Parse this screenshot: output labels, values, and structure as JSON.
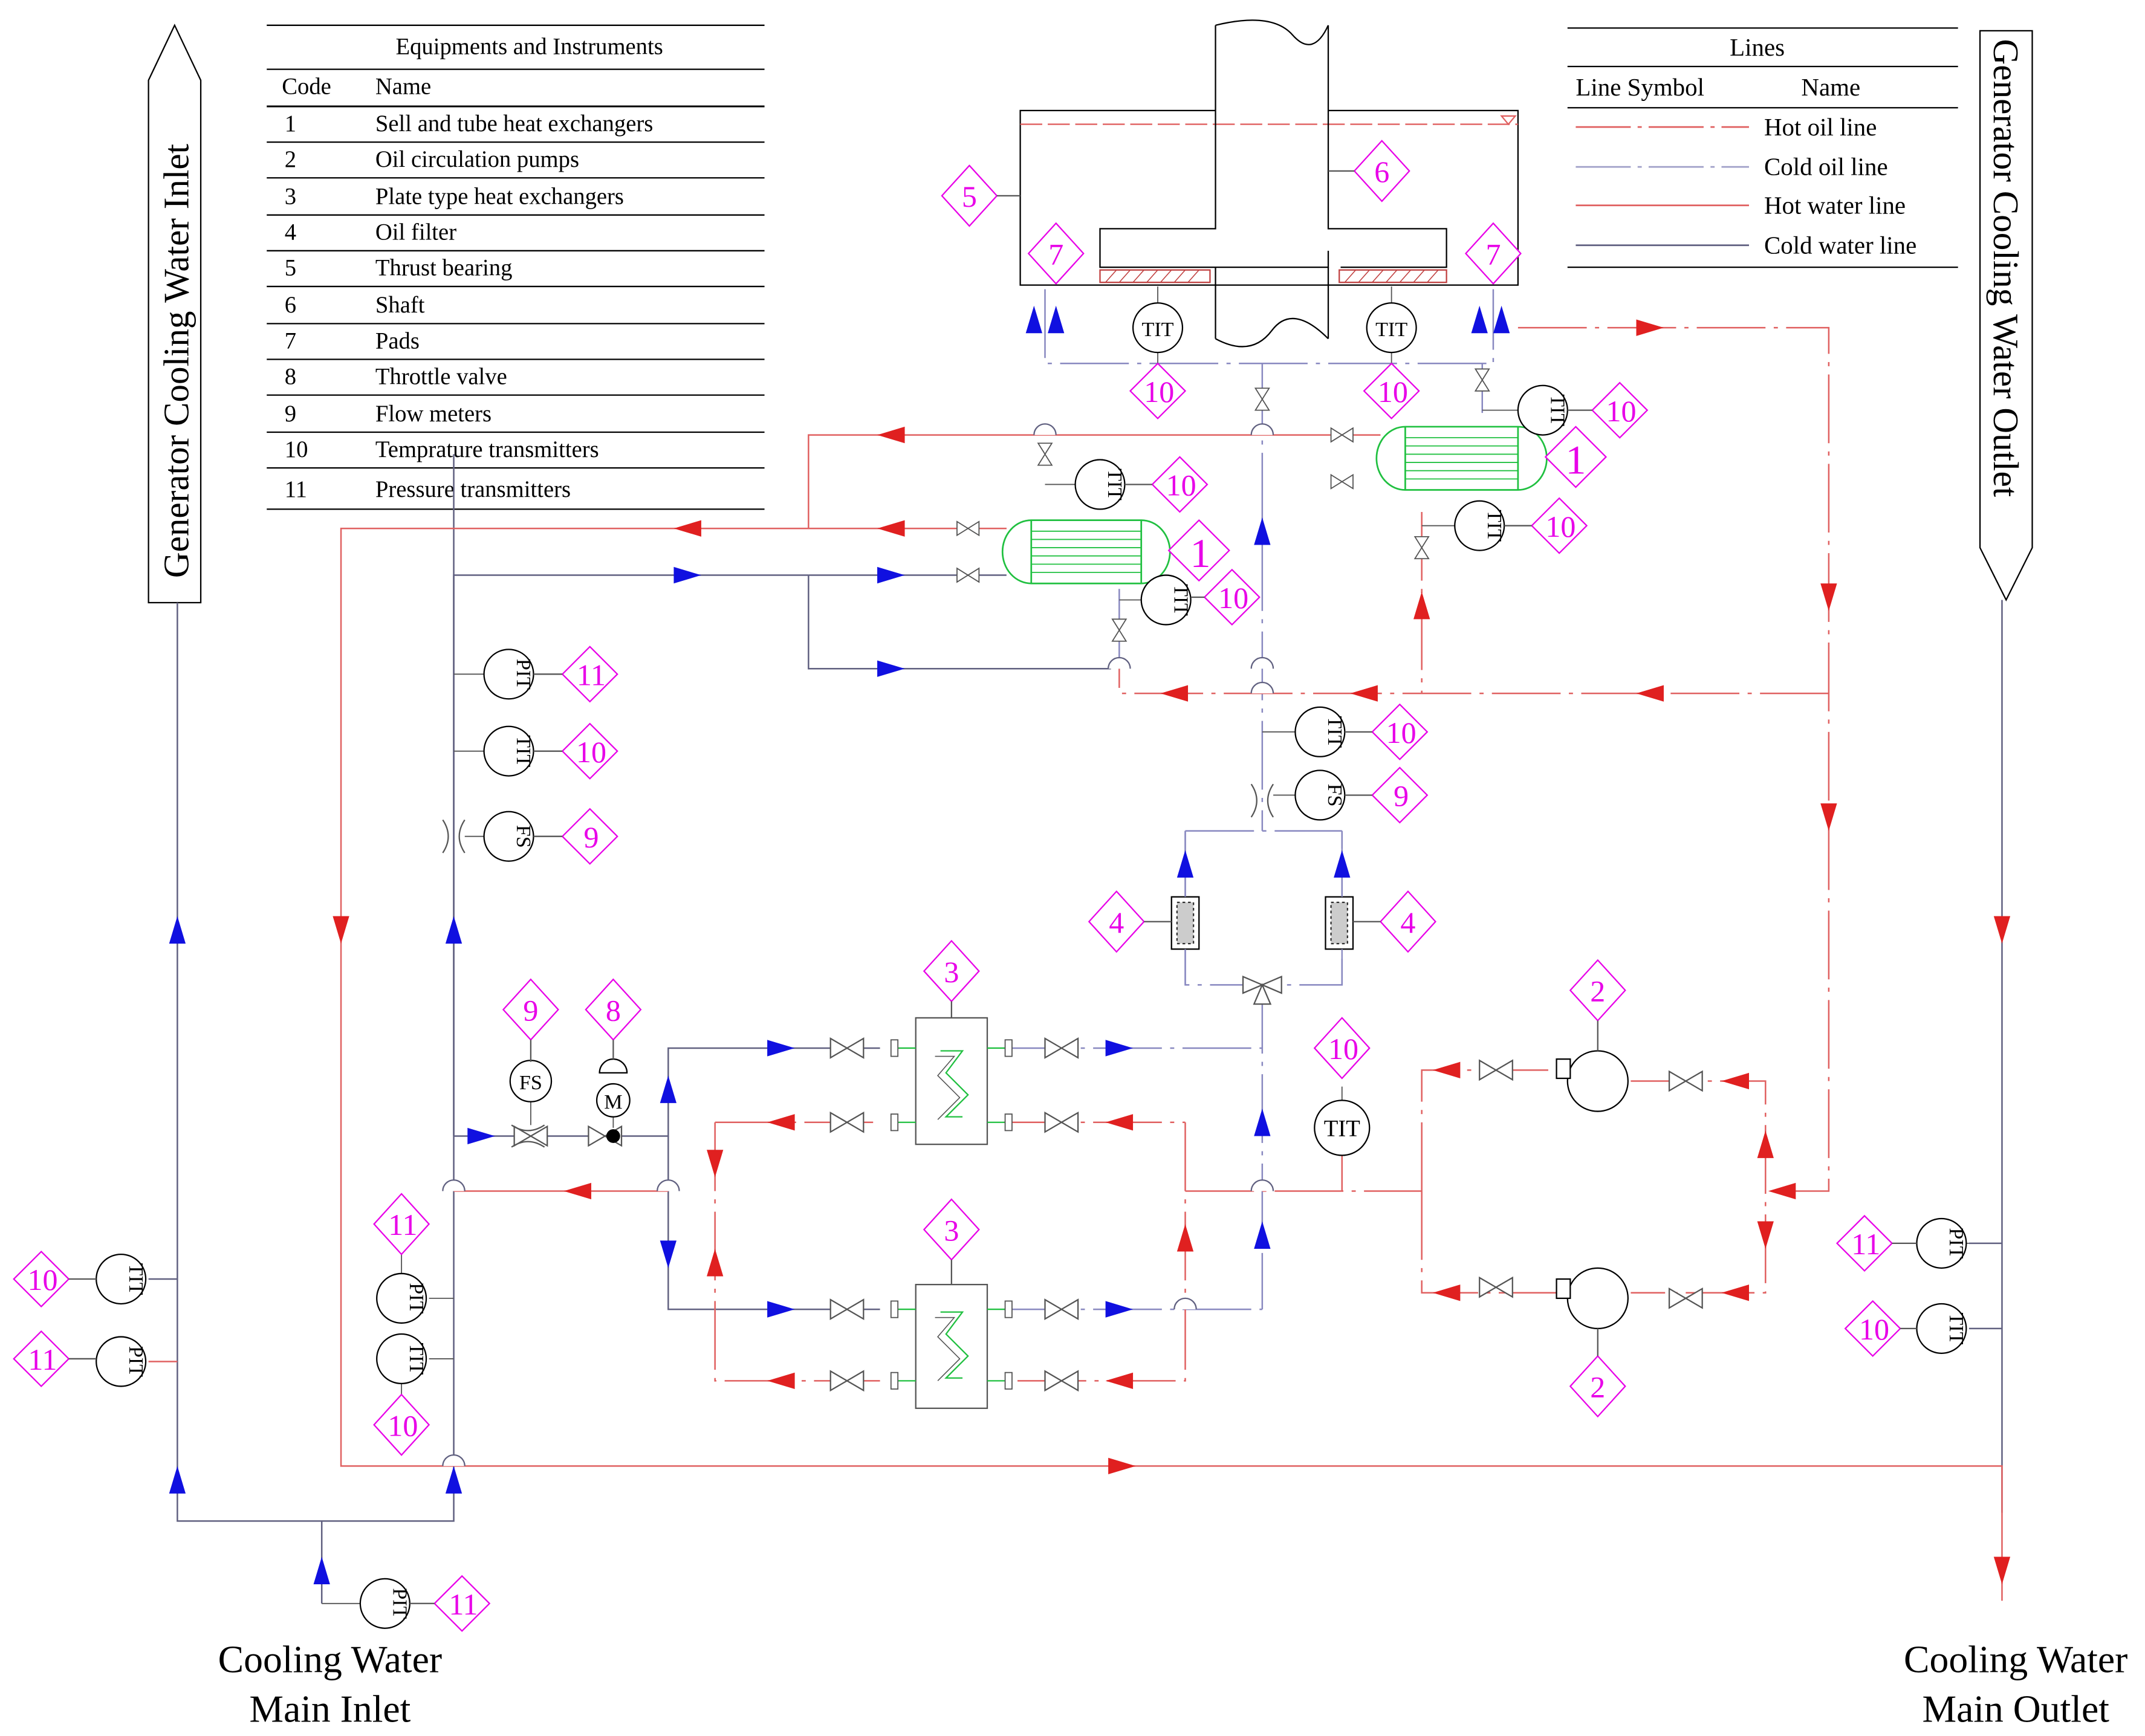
{
  "equipment_table": {
    "title": "Equipments and Instruments",
    "col_code": "Code",
    "col_name": "Name",
    "rows": [
      {
        "code": "1",
        "name": "Sell and tube heat exchangers"
      },
      {
        "code": "2",
        "name": "Oil circulation pumps"
      },
      {
        "code": "3",
        "name": "Plate type heat exchangers"
      },
      {
        "code": "4",
        "name": "Oil filter"
      },
      {
        "code": "5",
        "name": "Thrust bearing"
      },
      {
        "code": "6",
        "name": "Shaft"
      },
      {
        "code": "7",
        "name": "Pads"
      },
      {
        "code": "8",
        "name": "Throttle valve"
      },
      {
        "code": "9",
        "name": "Flow meters"
      },
      {
        "code": "10",
        "name": "Temprature transmitters"
      },
      {
        "code": "11",
        "name": "Pressure transmitters"
      }
    ]
  },
  "lines_legend": {
    "title": "Lines",
    "col_symbol": "Line Symbol",
    "col_name": "Name",
    "items": [
      {
        "name": "Hot oil line",
        "color": "#e06060"
      },
      {
        "name": "Cold oil line",
        "color": "#9090c0"
      },
      {
        "name": "Hot water line",
        "color": "#e06060"
      },
      {
        "name": "Cold water line",
        "color": "#606080"
      }
    ]
  },
  "labels": {
    "generator_inlet": "Generator Cooling Water Inlet",
    "generator_outlet": "Generator Cooling Water Outlet",
    "main_inlet_1": "Cooling Water",
    "main_inlet_2": "Main Inlet",
    "main_outlet_1": "Cooling Water",
    "main_outlet_2": "Main Outlet"
  },
  "instruments": {
    "tit": "TIT",
    "pit": "PIT",
    "fs": "FS",
    "motor": "M"
  },
  "tags": [
    "1",
    "2",
    "3",
    "4",
    "5",
    "6",
    "7",
    "8",
    "9",
    "10",
    "11"
  ],
  "colors": {
    "tag": "#e800e8",
    "hot": "#e02020",
    "cold": "#1010e0",
    "exchanger": "#20c040",
    "ink": "#000000"
  }
}
